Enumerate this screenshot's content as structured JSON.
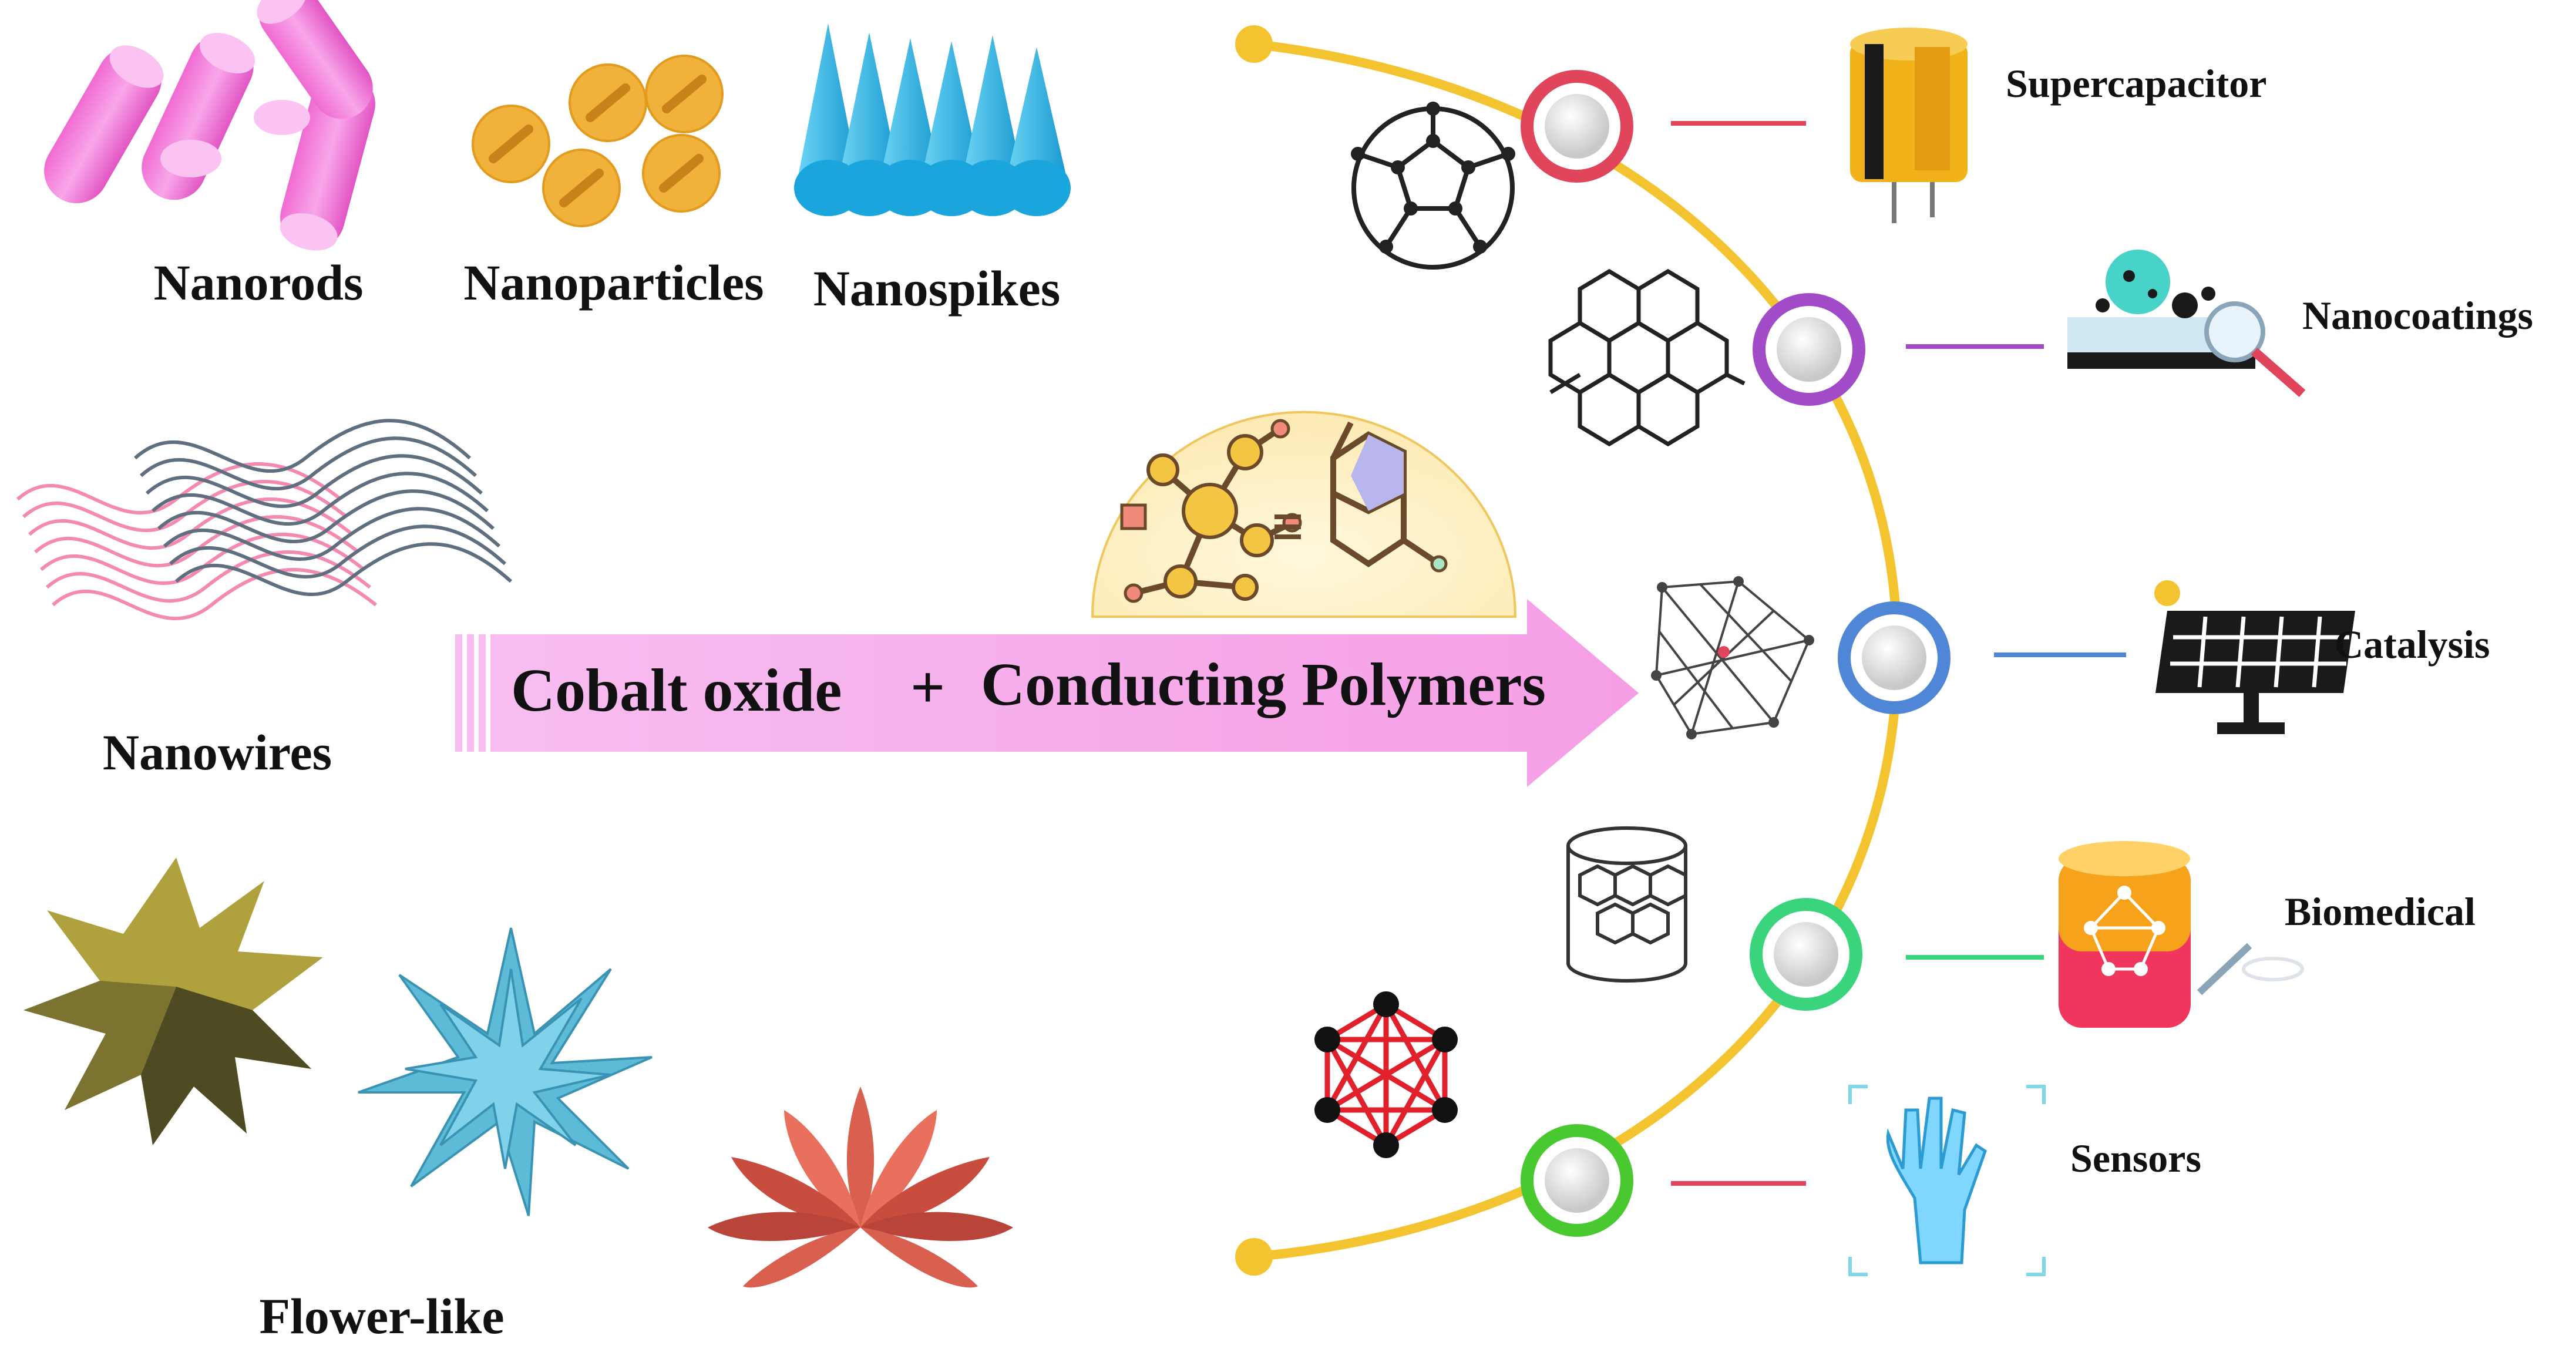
{
  "morphologies": {
    "nanorods": "Nanorods",
    "nanoparticles": "Nanoparticles",
    "nanospikes": "Nanospikes",
    "nanowires": "Nanowires",
    "flower_like": "Flower-like"
  },
  "banner": {
    "left": "Cobalt oxide",
    "plus": "+",
    "right": "Conducting Polymers"
  },
  "applications": {
    "supercapacitor": "Supercapacitor",
    "nanocoatings": "Nanocoatings",
    "catalysis": "Catalysis",
    "biomedical": "Biomedical",
    "sensors": "Sensors"
  },
  "colors": {
    "arc": "#f4c430",
    "supercapacitor": "#e0455c",
    "nanocoatings": "#a14bc9",
    "catalysis": "#4f86d6",
    "biomedical": "#39d47c",
    "sensors": "#49c92f",
    "arrow": "#f9b8f0",
    "nanorods": "#f27fd9",
    "nanoparticles": "#f0b23a",
    "nanospikes": "#2bb7e5"
  },
  "icons": [
    "fullerene-icon",
    "graphene-icon",
    "lattice-icon",
    "nanotube-icon",
    "network-icon",
    "capacitor-icon",
    "coating-icon",
    "solar-panel-icon",
    "biomedical-chip-icon",
    "glove-icon",
    "molecule-icon"
  ]
}
